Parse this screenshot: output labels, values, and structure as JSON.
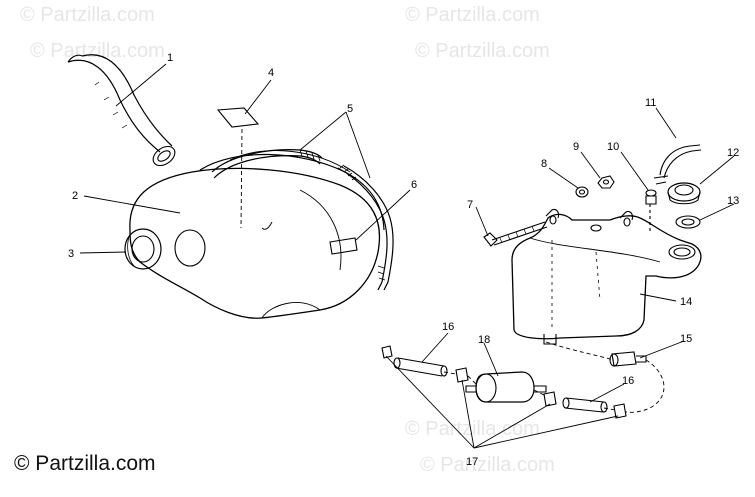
{
  "watermark": {
    "text": "© Partzilla.com",
    "brand_text": "© Partzilla.com"
  },
  "callouts": [
    {
      "number": "1"
    },
    {
      "number": "2"
    },
    {
      "number": "3"
    },
    {
      "number": "4"
    },
    {
      "number": "5"
    },
    {
      "number": "6"
    },
    {
      "number": "7"
    },
    {
      "number": "8"
    },
    {
      "number": "9"
    },
    {
      "number": "10"
    },
    {
      "number": "11"
    },
    {
      "number": "12"
    },
    {
      "number": "13"
    },
    {
      "number": "14"
    },
    {
      "number": "15"
    },
    {
      "number": "16"
    },
    {
      "number": "16"
    },
    {
      "number": "17"
    },
    {
      "number": "18"
    }
  ]
}
